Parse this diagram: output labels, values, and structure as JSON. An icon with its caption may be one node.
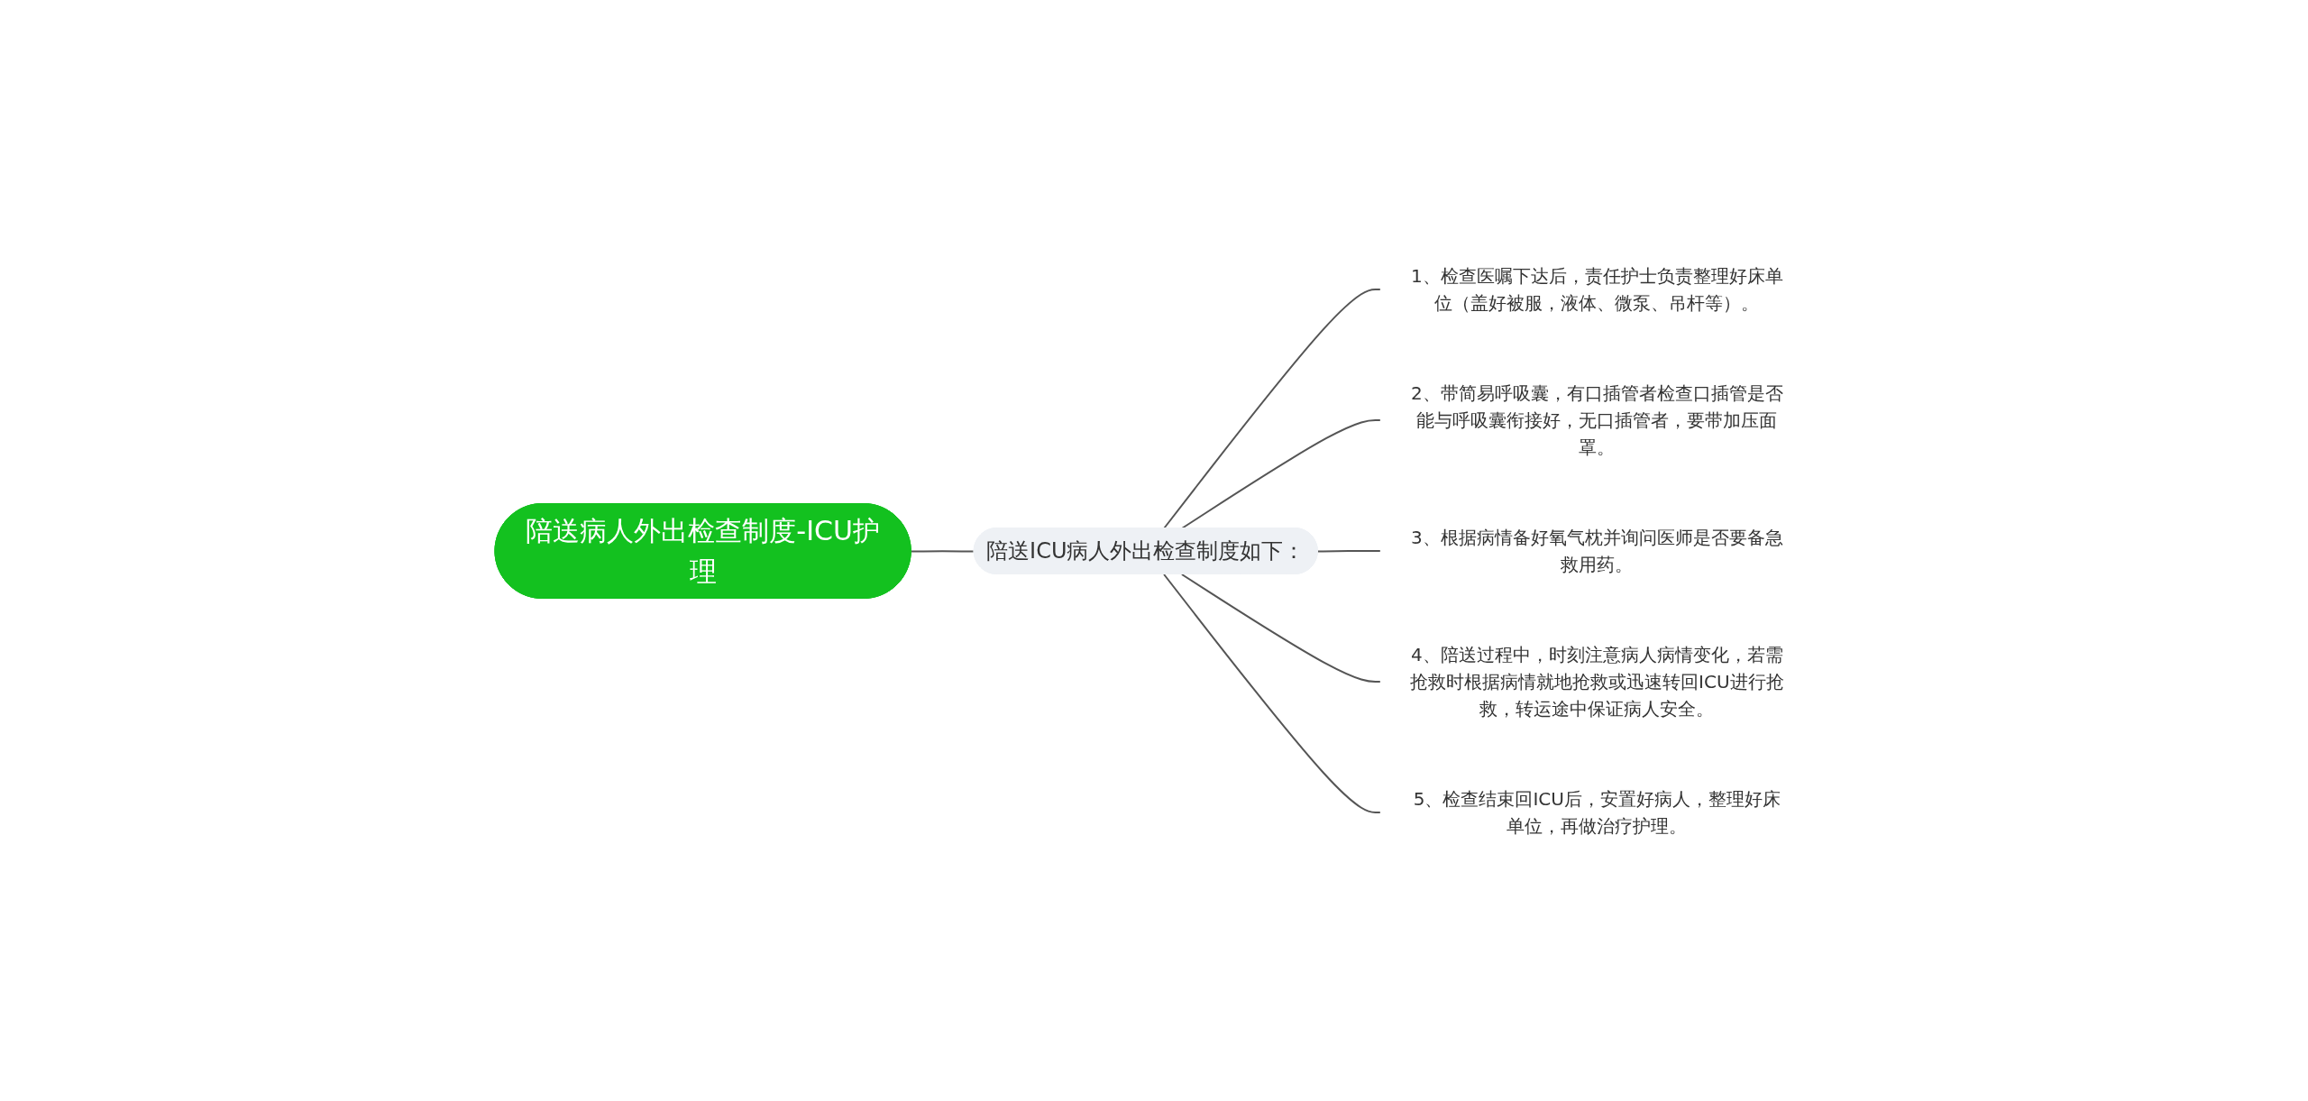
{
  "diagram": {
    "nodes": [
      {
        "text": [
          "陪送病人外出检查制度-ICU护理"
        ]
      },
      {
        "text": [
          "陪送ICU病人外出检查制度如下："
        ]
      },
      {
        "text": [
          "1、检查医嘱下达后，责任护士负责整理好床单位（盖好被服，液体、微泵、吊杆等）。"
        ]
      },
      {
        "text": [
          "2、带简易呼吸囊，有口插管者检查口插管是否能与呼吸囊衔接好，无口插管者，要带加压面罩。"
        ]
      },
      {
        "text": [
          "3、根据病情备好氧气枕并询问医师是否要备急救用药。"
        ]
      },
      {
        "text": [
          "4、陪送过程中，时刻注意病人病情变化，若需抢救时根据病情就地抢救或迅速转回ICU进行抢救，转运途中保证病人安全。"
        ]
      },
      {
        "text": [
          "5、检查结束回ICU后，安置好病人，整理好床单位，再做治疗护理。"
        ]
      }
    ],
    "edges": [
      {
        "from": 0,
        "to": 1,
        "arrow": "none"
      },
      {
        "from": 1,
        "to": 2,
        "arrow": "none"
      },
      {
        "from": 1,
        "to": 3,
        "arrow": "none"
      },
      {
        "from": 1,
        "to": 4,
        "arrow": "none"
      },
      {
        "from": 1,
        "to": 5,
        "arrow": "none"
      },
      {
        "from": 1,
        "to": 6,
        "arrow": "none"
      }
    ]
  }
}
